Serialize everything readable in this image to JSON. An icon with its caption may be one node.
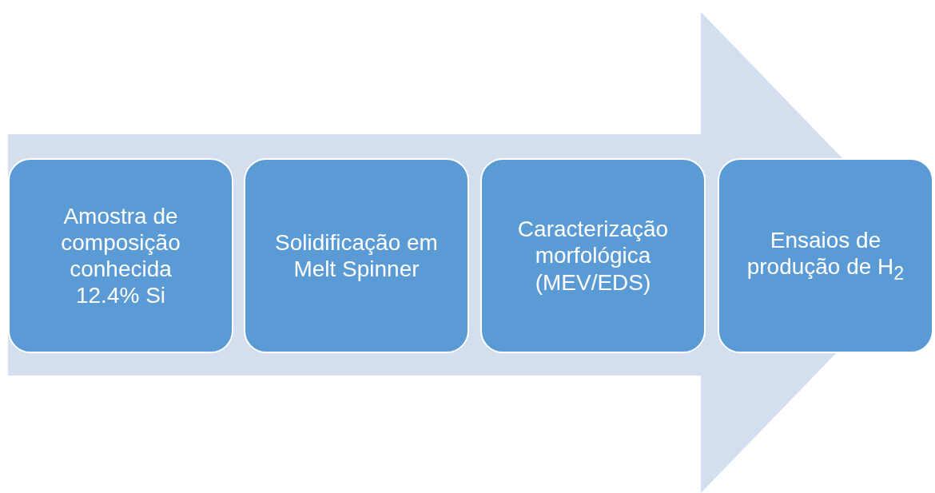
{
  "diagram": {
    "nodes": [
      {
        "text": [
          "Amostra de composição conhecida 12.4% Si"
        ]
      },
      {
        "text": [
          "Solidificação em Melt Spinner"
        ]
      },
      {
        "text": [
          "Caracterização morfológica (MEV/EDS)"
        ]
      },
      {
        "text": [
          "Ensaios de produção de H$_{2}$"
        ]
      }
    ],
    "edges": [
      {
        "from": 0,
        "to": 3,
        "arrow": "to"
      }
    ]
  }
}
